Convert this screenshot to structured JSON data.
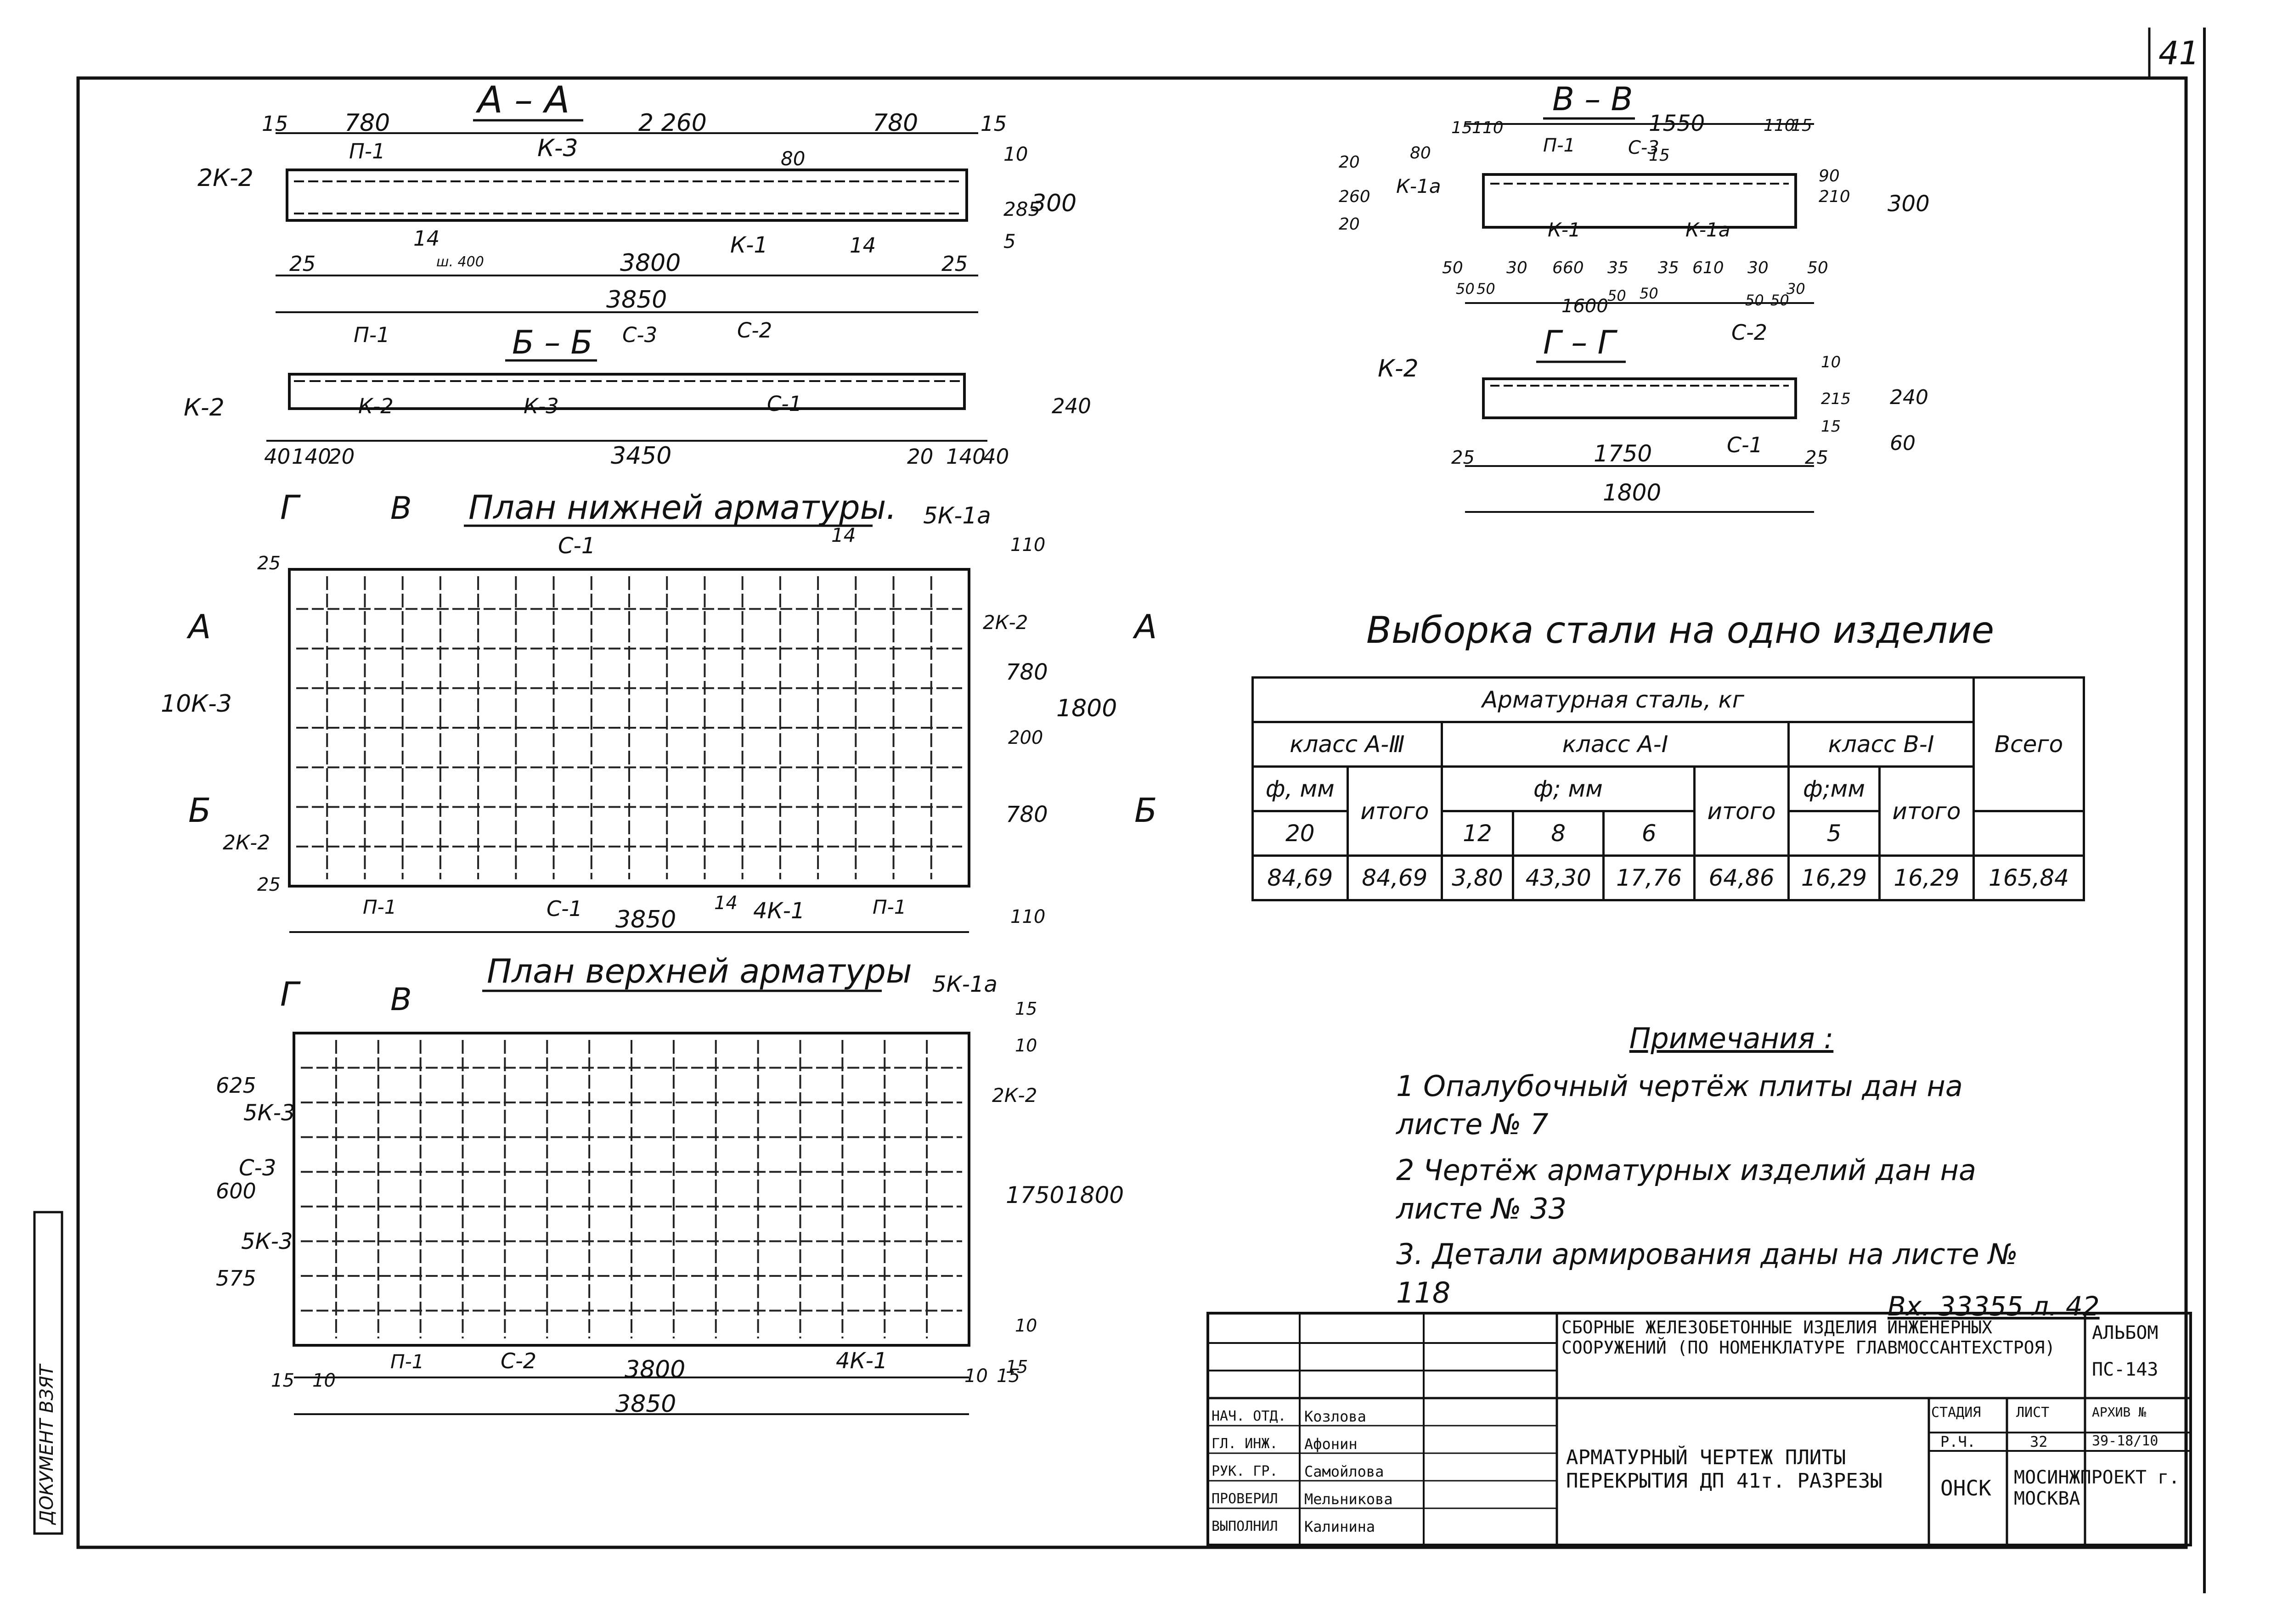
{
  "sheet": {
    "page_number": "41",
    "register_number": "Вх. 33355 л. 42",
    "side_label": "ДОКУМЕНТ ВЗЯТ"
  },
  "sections": {
    "aa": {
      "title": "А – А",
      "dims": [
        "15",
        "780",
        "2 260",
        "780",
        "15",
        "10",
        "285",
        "5",
        "300",
        "80",
        "25",
        "3800",
        "25",
        "3850"
      ],
      "marks": [
        "2К-2",
        "П-1",
        "К-3",
        "К-1",
        "14",
        "ш. 400",
        "14"
      ]
    },
    "bb": {
      "title": "Б – Б",
      "dims": [
        "40",
        "140",
        "20",
        "3450",
        "20",
        "140",
        "40",
        "240"
      ],
      "marks": [
        "П-1",
        "С-3",
        "С-2",
        "С-1",
        "К-2",
        "К-2",
        "К-3"
      ]
    },
    "vv": {
      "title": "В – В",
      "dims": [
        "15",
        "110",
        "1550",
        "110",
        "15",
        "20",
        "260",
        "20",
        "80",
        "210",
        "90",
        "300",
        "15",
        "50",
        "50",
        "30",
        "660",
        "35",
        "35",
        "610",
        "30",
        "50",
        "50",
        "1600",
        "50",
        "50",
        "50",
        "50",
        "30"
      ],
      "marks": [
        "П-1",
        "С-3",
        "К-1а",
        "К-1",
        "К-1а"
      ]
    },
    "gg": {
      "title": "Г – Г",
      "dims": [
        "25",
        "1750",
        "25",
        "1800",
        "10",
        "215",
        "15",
        "240",
        "60"
      ],
      "marks": [
        "К-2",
        "С-2",
        "С-1"
      ]
    }
  },
  "plan_bottom": {
    "title": "План нижней арматуры.",
    "section_marks": [
      "Г",
      "В",
      "А",
      "А",
      "Б",
      "Б"
    ],
    "marks": [
      "С-1",
      "14",
      "5К-1а",
      "2К-2",
      "10К-3",
      "2К-2",
      "П-1",
      "С-1",
      "14",
      "4К-1",
      "П-1"
    ],
    "dims": [
      "25",
      "25",
      "110",
      "780",
      "200",
      "780",
      "110",
      "1800",
      "3850"
    ]
  },
  "plan_top": {
    "title": "План верхней арматуры",
    "section_marks": [
      "Г",
      "В"
    ],
    "marks": [
      "5К-1а",
      "5К-3",
      "С-3",
      "5К-3",
      "2К-2",
      "П-1",
      "С-2",
      "4К-1"
    ],
    "dims": [
      "625",
      "600",
      "575",
      "15",
      "10",
      "1750",
      "1800",
      "10",
      "15",
      "15",
      "10",
      "3800",
      "10",
      "15",
      "3850"
    ]
  },
  "steel": {
    "title": "Выборка стали на одно изделие",
    "header": "Арматурная сталь, кг",
    "class_a3": "класс А-Ⅲ",
    "class_a1": "класс А-Ⅰ",
    "class_b1": "класс В-Ⅰ",
    "total_label": "Всего",
    "phi_mm": "ф, мм",
    "phi_mm_center": "ф; мм",
    "phi_mm_b": "ф;мм",
    "itogo": "итого",
    "d_a3": "20",
    "d_a1": [
      "12",
      "8",
      "6"
    ],
    "d_b1": "5",
    "values": [
      "84,69",
      "84,69",
      "3,80",
      "43,30",
      "17,76",
      "64,86",
      "16,29",
      "16,29",
      "165,84"
    ]
  },
  "notes": {
    "title": "Примечания :",
    "items": [
      "1 Опалубочный чертёж плиты дан на листе № 7",
      "2 Чертёж арматурных изделий дан на листе № 33",
      "3. Детали армирования даны на листе № 118"
    ]
  },
  "title_block": {
    "series_title": "СБОРНЫЕ ЖЕЛЕЗОБЕТОННЫЕ ИЗДЕЛИЯ ИНЖЕНЕРНЫХ СООРУЖЕНИЙ (ПО НОМЕНКЛАТУРЕ ГЛАВМОССАНТЕХСТРОЯ)",
    "album_label": "АЛЬБОМ",
    "album_value": "ПС-143",
    "sheet_title": "АРМАТУРНЫЙ ЧЕРТЕЖ ПЛИТЫ ПЕРЕКРЫТИЯ ДП 41т. РАЗРЕЗЫ",
    "stage_label": "СТАДИЯ",
    "stage_value": "Р.Ч.",
    "sheet_label": "ЛИСТ",
    "sheet_value": "32",
    "archive_label": "АРХИВ №",
    "archive_value": "39-18/10",
    "dept": "ОНСК",
    "org": "МОСИНЖПРОЕКТ г. МОСКВА",
    "roles": [
      "НАЧ. ОТД.",
      "ГЛ. ИНЖ.",
      "РУК. ГР.",
      "ПРОВЕРИЛ",
      "ВЫПОЛНИЛ"
    ],
    "names": [
      "Козлова",
      "Афонин",
      "Самойлова",
      "Мельникова",
      "Калинина"
    ]
  }
}
